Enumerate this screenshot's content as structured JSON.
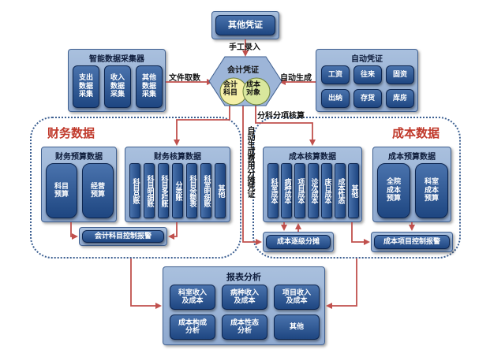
{
  "other_voucher": "其他凭证",
  "manual_entry": "手工录入",
  "file_import": "文件取数",
  "auto_generate": "自动生成",
  "allocation_by_subject": "分科分项核算",
  "auto_allocation_voucher": "自动生成费用分摊凭证",
  "collector": {
    "title": "智能数据采集器",
    "items": [
      "支出\n数据\n采集",
      "收入\n数据\n采集",
      "其他\n数据\n采集"
    ]
  },
  "auto_voucher": {
    "title": "自动凭证",
    "items": [
      "工资",
      "往来",
      "固资",
      "出纳",
      "存货",
      "库房"
    ]
  },
  "accounting_voucher": {
    "title": "会计凭证",
    "left": "会计\n科目",
    "right": "成本\n对象"
  },
  "finance": {
    "section_title": "财务数据",
    "budget": {
      "title": "财务预算数据",
      "items": [
        "科目\n预算",
        "经营\n预算"
      ]
    },
    "accounting": {
      "title": "财务核算数据",
      "items": [
        "科目总账",
        "科目明细账",
        "科目多栏账",
        "分类账",
        "科目余额表",
        "科室明细账",
        "其他"
      ]
    },
    "control": "会计科目控制报警"
  },
  "cost": {
    "section_title": "成本数据",
    "accounting": {
      "title": "成本核算数据",
      "items": [
        "科室成本",
        "病种成本",
        "项目成本",
        "诊次成本",
        "床日成本",
        "成本性态",
        "其他"
      ]
    },
    "budget": {
      "title": "成本预算数据",
      "items": [
        "全院\n成本\n预算",
        "科室\n成本\n预算"
      ]
    },
    "allocation": "成本逐级分摊",
    "control": "成本项目控制报警"
  },
  "report": {
    "title": "报表分析",
    "items": [
      "科室收入\n及成本",
      "病种收入\n及成本",
      "项目收入\n及成本",
      "成本构成\n分析",
      "成本性态\n分析",
      "其他"
    ]
  },
  "colors": {
    "panel": "#9db5d8",
    "box": "#2d5896",
    "arrow": "#c0504d",
    "section_title": "#c0392b"
  }
}
